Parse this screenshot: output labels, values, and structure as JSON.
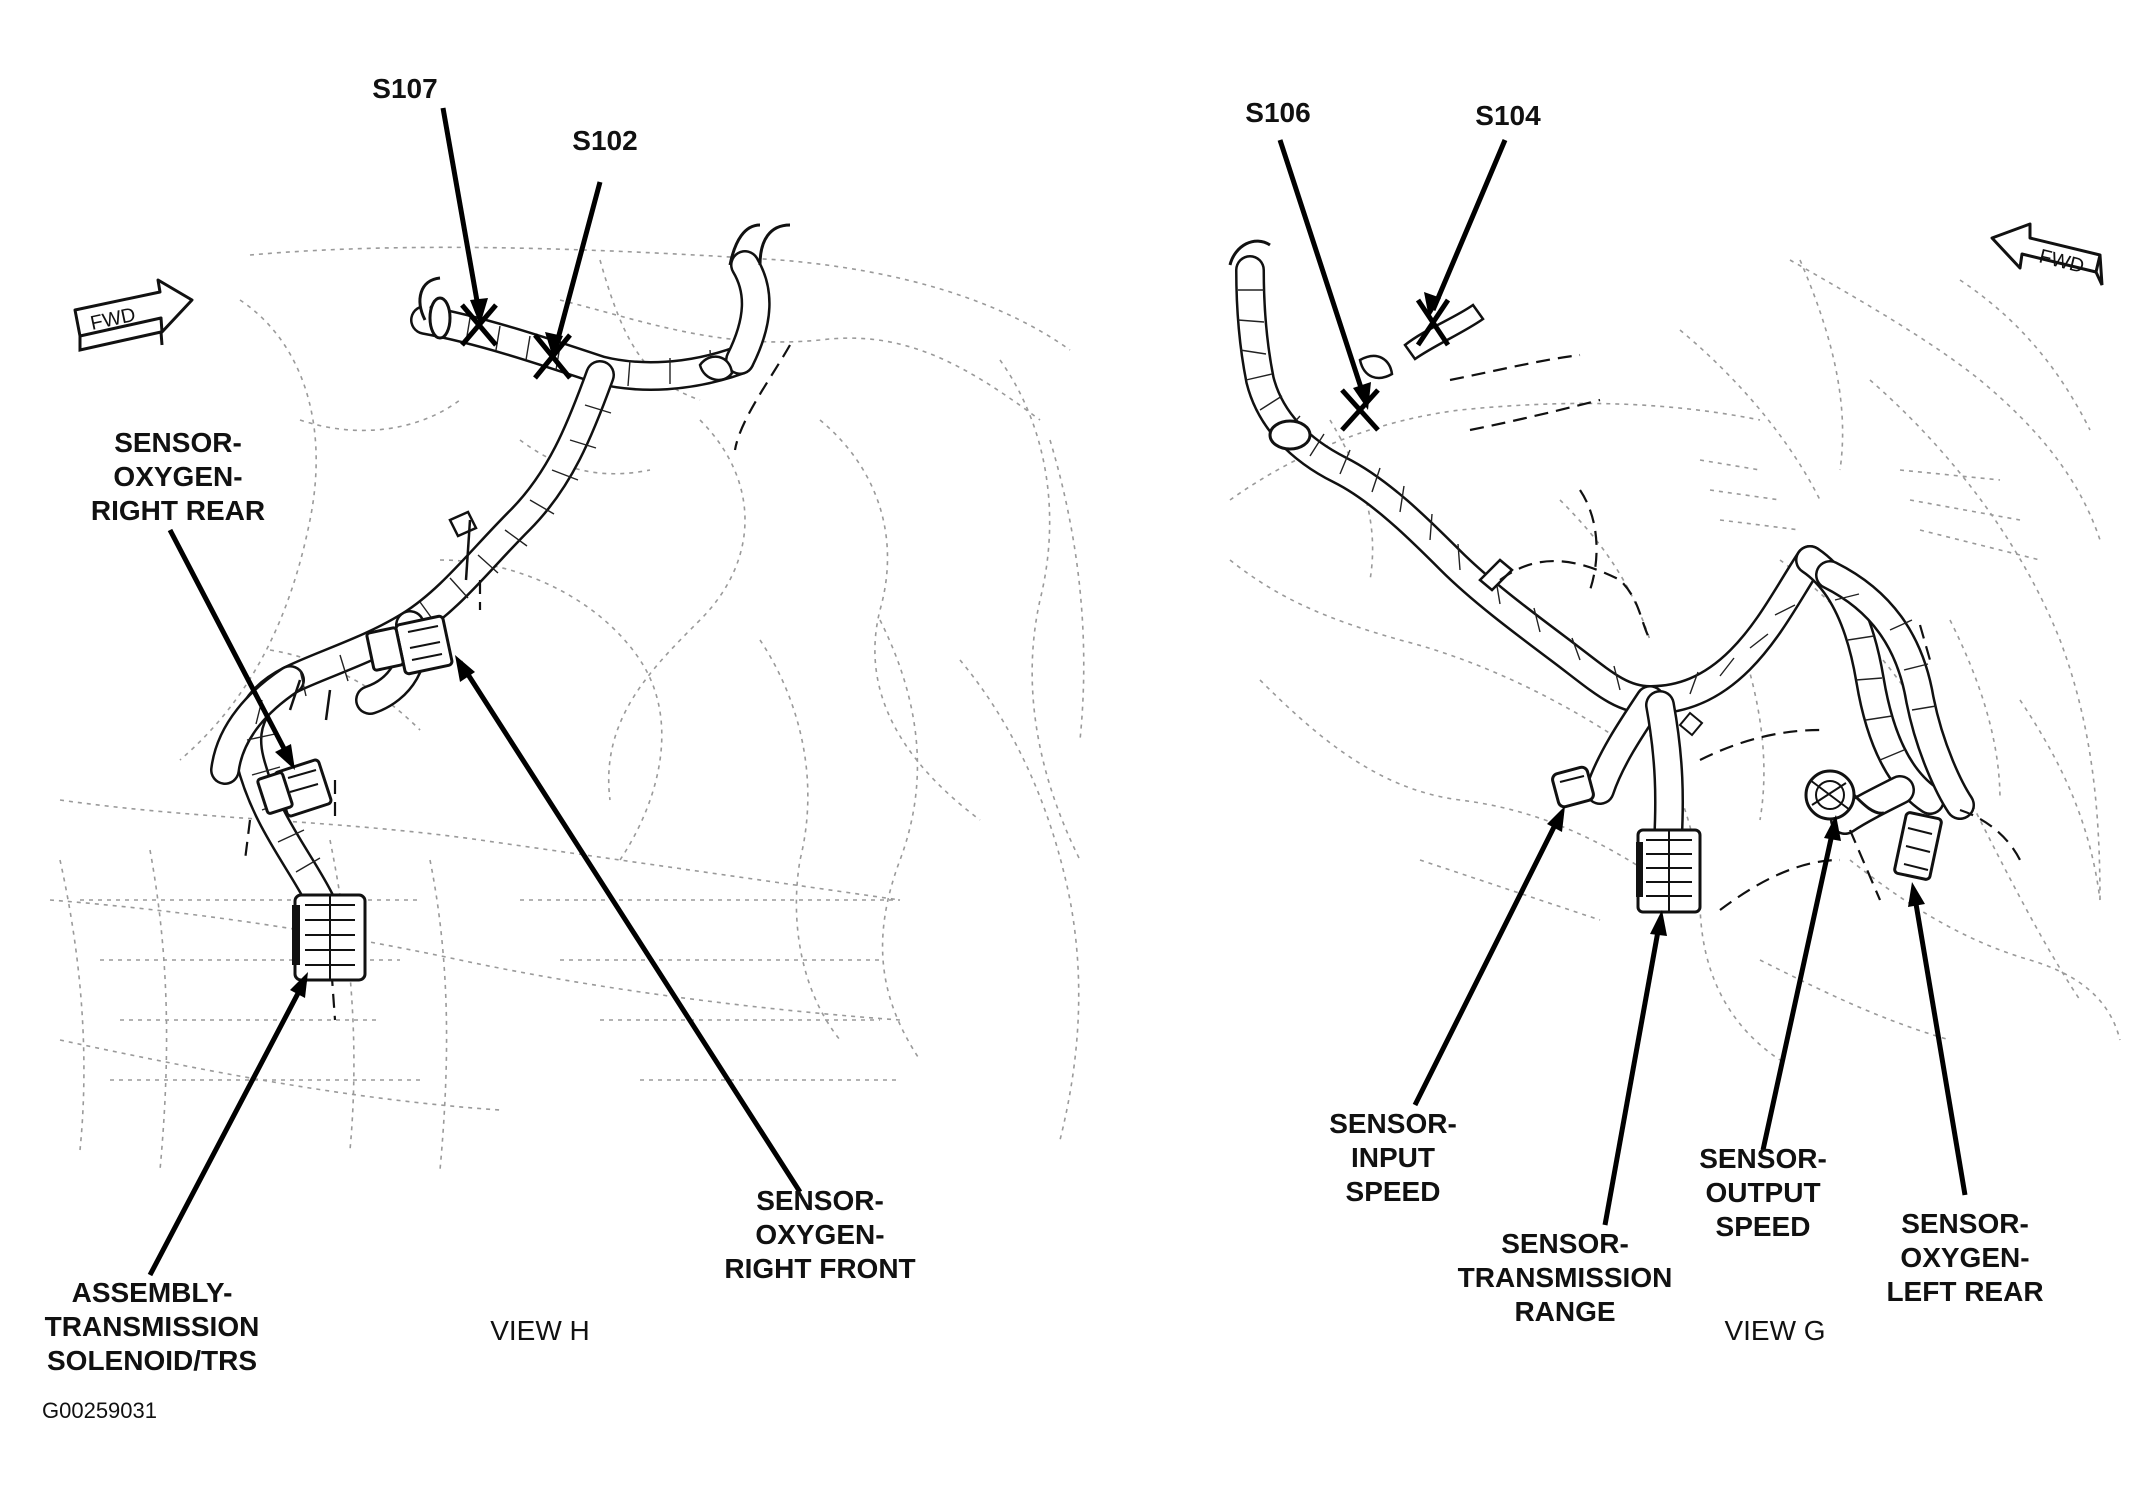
{
  "figure_id": "G00259031",
  "views": {
    "h": {
      "title": "VIEW H",
      "fwd_label": "FWD",
      "splices": [
        "S107",
        "S102"
      ],
      "labels": {
        "o2_right_rear": [
          "SENSOR-",
          "OXYGEN-",
          "RIGHT REAR"
        ],
        "o2_right_front": [
          "SENSOR-",
          "OXYGEN-",
          "RIGHT FRONT"
        ],
        "solenoid": [
          "ASSEMBLY-",
          "TRANSMISSION",
          "SOLENOID/TRS"
        ]
      }
    },
    "g": {
      "title": "VIEW G",
      "fwd_label": "FWD",
      "splices": [
        "S106",
        "S104"
      ],
      "labels": {
        "input_speed": [
          "SENSOR-",
          "INPUT",
          "SPEED"
        ],
        "trans_range": [
          "SENSOR-",
          "TRANSMISSION",
          "RANGE"
        ],
        "output_speed": [
          "SENSOR-",
          "OUTPUT",
          "SPEED"
        ],
        "o2_left_rear": [
          "SENSOR-",
          "OXYGEN-",
          "LEFT REAR"
        ]
      }
    }
  }
}
